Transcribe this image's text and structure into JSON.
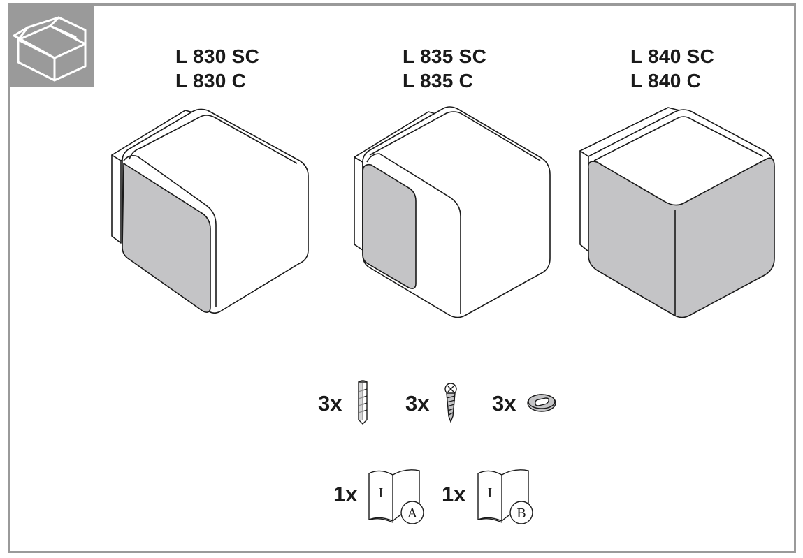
{
  "colors": {
    "frame": "#9a9a9a",
    "panel": "#c4c4c6",
    "ink": "#1a1a1a",
    "paper": "#ffffff"
  },
  "header": {
    "icon": "package-box-icon"
  },
  "products": [
    {
      "model_sc": "L 830 SC",
      "model_c": "L 830 C",
      "icon": "cube-speaker-icon"
    },
    {
      "model_sc": "L 835 SC",
      "model_c": "L 835 C",
      "icon": "cube-speaker-icon"
    },
    {
      "model_sc": "L 840 SC",
      "model_c": "L 840 C",
      "icon": "cube-speaker-icon"
    }
  ],
  "hardware": [
    {
      "qty": "3x",
      "icon": "wall-plug-icon"
    },
    {
      "qty": "3x",
      "icon": "screw-icon"
    },
    {
      "qty": "3x",
      "icon": "rubber-washer-icon"
    }
  ],
  "manuals": [
    {
      "qty": "1x",
      "label": "I",
      "variant": "A",
      "icon": "manual-book-icon"
    },
    {
      "qty": "1x",
      "label": "I",
      "variant": "B",
      "icon": "manual-book-icon"
    }
  ]
}
